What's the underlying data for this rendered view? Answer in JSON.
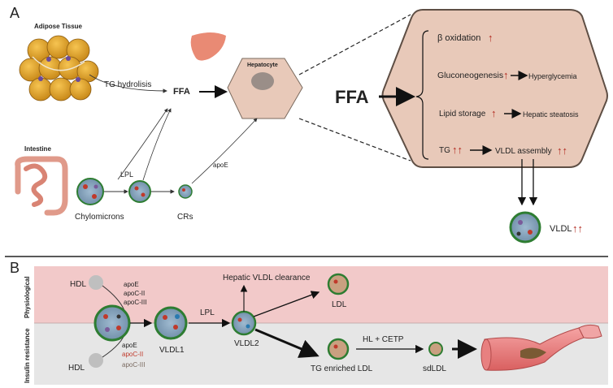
{
  "panel_a": {
    "letter": "A",
    "adipose_label": "Adipose Tissue",
    "intestine_label": "Intestine",
    "tg_hydrolysis": "TG hydrolisis",
    "ffa": "FFA",
    "lpl": "LPL",
    "chylomicrons": "Chylomicrons",
    "crs": "CRs",
    "apoe": "apoE",
    "hepatocyte": "Hepatocyte",
    "ffa_big": "FFA",
    "beta_oxidation": "β oxidation",
    "gluconeogenesis": "Gluconeogenesis",
    "hyperglycemia": "Hyperglycemia",
    "lipid_storage": "Lipid storage",
    "hepatic_steatosis": "Hepatic steatosis",
    "tg": "TG",
    "vldl_assembly": "VLDL assembly",
    "vldl": "VLDL",
    "up_arrow": "↑",
    "double_up_arrow": "↑↑"
  },
  "panel_b": {
    "letter": "B",
    "physiological": "Physiological",
    "insulin_resistance": "Insulin resistance",
    "hdl_top": "HDL",
    "hdl_bottom": "HDL",
    "apoe_top": "apoE",
    "apocii_top": "apoC-II",
    "apociii_top": "apoC-III",
    "apoe_bottom": "apoE",
    "apocii_bottom": "apoC-II",
    "apociii_bottom": "apoC-III",
    "hepatic_clearance": "Hepatic VLDL clearance",
    "lpl": "LPL",
    "vldl1": "VLDL1",
    "vldl2": "VLDL2",
    "ldl": "LDL",
    "hl_cetp": "HL + CETP",
    "tg_enriched_ldl": "TG enriched LDL",
    "sdldl": "sdLDL"
  },
  "colors": {
    "physiological_band": "#f2c9c9",
    "insulin_band": "#e6e6e6",
    "hepatocyte_fill": "#e8c9b9",
    "liver": "#e98a74",
    "arrow_red": "#b2281e",
    "apocii_red": "#c0392b"
  }
}
